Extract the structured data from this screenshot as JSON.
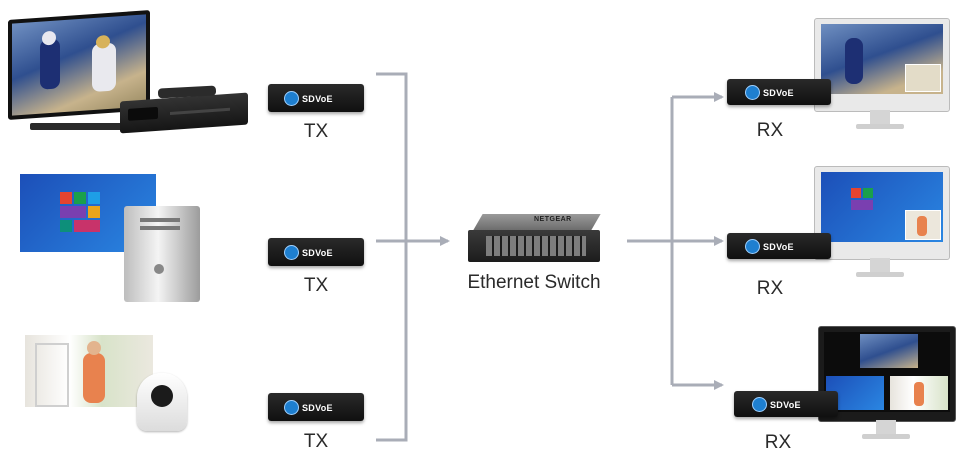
{
  "colors": {
    "connector": "#a9adb7",
    "box": "#1a1a1a",
    "badge_blue": "#1e7fd0"
  },
  "transmitters": [
    {
      "label": "TX",
      "badge": "SDVoE"
    },
    {
      "label": "TX",
      "badge": "SDVoE"
    },
    {
      "label": "TX",
      "badge": "SDVoE"
    }
  ],
  "switch": {
    "label": "Ethernet Switch",
    "brand": "NETGEAR"
  },
  "receivers": [
    {
      "label": "RX",
      "badge": "SDVoE"
    },
    {
      "label": "RX",
      "badge": "SDVoE"
    },
    {
      "label": "RX",
      "badge": "SDVoE"
    }
  ]
}
